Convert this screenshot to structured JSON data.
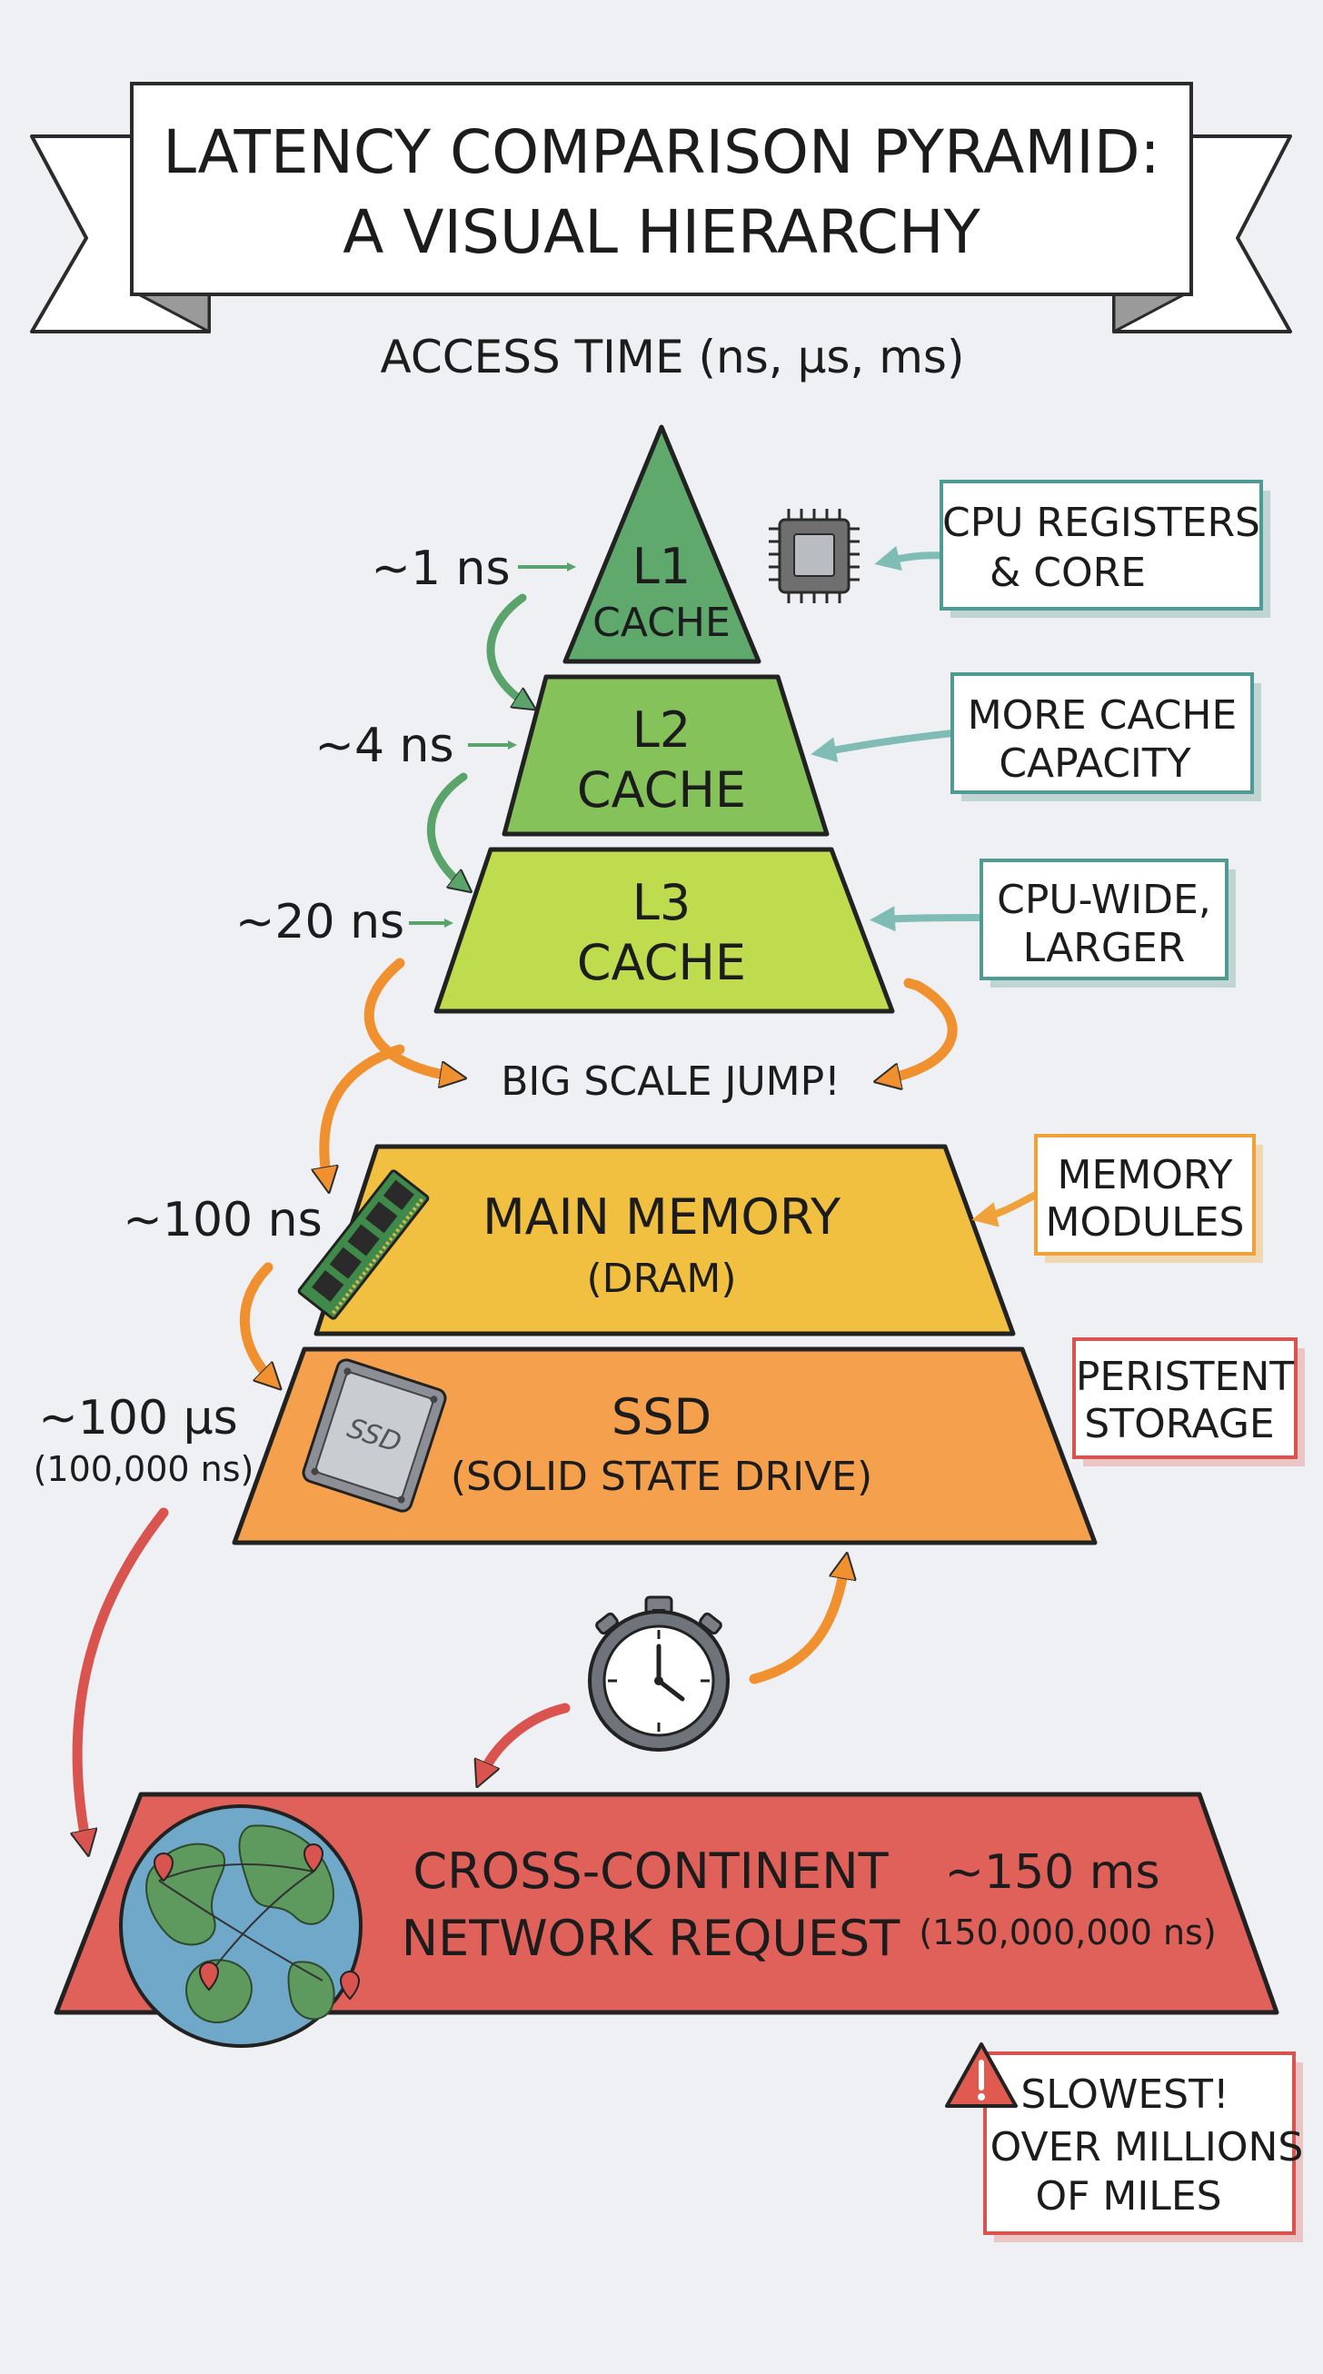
{
  "title": {
    "line1": "LATENCY COMPARISON PYRAMID:",
    "line2": "A VISUAL HIERARCHY"
  },
  "subtitle": "ACCESS TIME (ns, μs, ms)",
  "tiers": [
    {
      "id": "l1",
      "line1": "L1",
      "line2": "CACHE",
      "latency": "~1 ns",
      "color": "#5fa96d",
      "note": [
        "CPU REGISTERS",
        "& CORE"
      ]
    },
    {
      "id": "l2",
      "line1": "L2",
      "line2": "CACHE",
      "latency": "~4 ns",
      "color": "#86c25a",
      "note": [
        "MORE CACHE",
        "CAPACITY"
      ]
    },
    {
      "id": "l3",
      "line1": "L3",
      "line2": "CACHE",
      "latency": "~20 ns",
      "color": "#bfdc4f",
      "note": [
        "CPU-WIDE,",
        "LARGER"
      ]
    },
    {
      "id": "dram",
      "line1": "MAIN MEMORY",
      "line2": "(DRAM)",
      "latency": "~100 ns",
      "color": "#f2c040",
      "note": [
        "MEMORY",
        "MODULES"
      ]
    },
    {
      "id": "ssd",
      "line1": "SSD",
      "line2": "(SOLID STATE DRIVE)",
      "latency": "~100 μs",
      "latency_detail": "(100,000 ns)",
      "color": "#f5a04c",
      "note": [
        "PERISTENT",
        "STORAGE"
      ]
    },
    {
      "id": "network",
      "line1": "CROSS-CONTINENT",
      "line2": "NETWORK REQUEST",
      "latency": "~150 ms",
      "latency_detail": "(150,000,000 ns)",
      "color": "#e0605a",
      "note": [
        "SLOWEST!",
        "OVER MILLIONS",
        "OF MILES"
      ]
    }
  ],
  "scale_jump_label": "BIG SCALE JUMP!",
  "ssd_icon_label": "SSD",
  "icons": [
    "cpu-chip-icon",
    "ram-module-icon",
    "ssd-drive-icon",
    "stopwatch-icon",
    "globe-icon",
    "warning-icon"
  ],
  "colors": {
    "green_arrow": "#5aa36a",
    "orange_arrow": "#f0902f",
    "red_arrow": "#d9534f",
    "teal_note": "#4f9a93",
    "orange_note": "#f0a23a",
    "red_note": "#d9534f"
  }
}
